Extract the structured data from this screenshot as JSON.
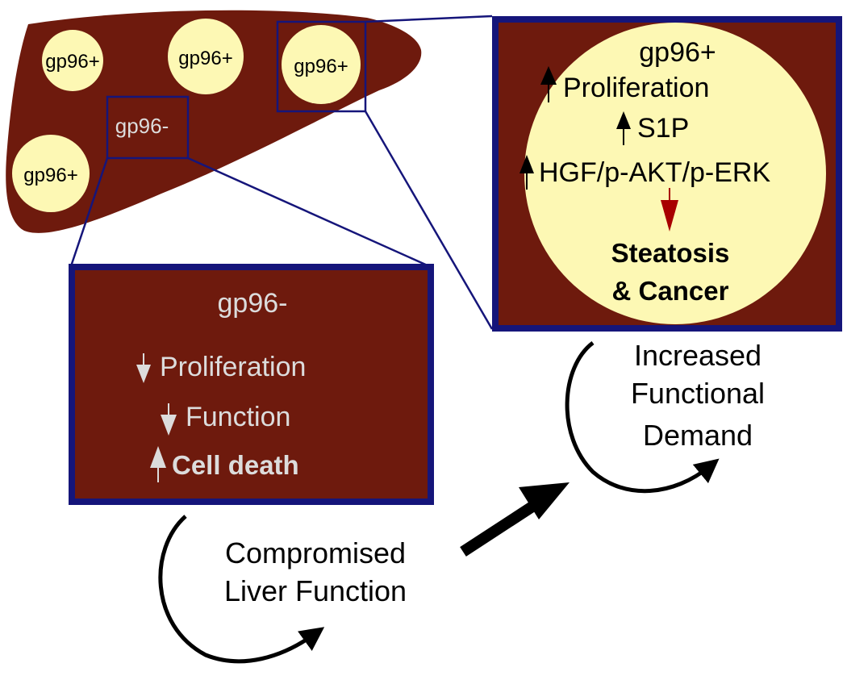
{
  "liver": {
    "nodules": [
      {
        "label": "gp96+"
      },
      {
        "label": "gp96+"
      },
      {
        "label": "gp96+"
      },
      {
        "label": "gp96+"
      }
    ],
    "negative_region_label": "gp96-"
  },
  "zoom_positive": {
    "title": "gp96+",
    "proliferation": "Proliferation",
    "s1p": "S1P",
    "signaling": "HGF/p-AKT/p-ERK",
    "outcome_line1": "Steatosis",
    "outcome_line2": "& Cancer"
  },
  "zoom_negative": {
    "title": "gp96-",
    "proliferation": "Proliferation",
    "function": "Function",
    "cell_death": "Cell death"
  },
  "cycle_left": {
    "line1": "Compromised",
    "line2": "Liver Function"
  },
  "cycle_right": {
    "line1": "Increased",
    "line2": "Functional",
    "line3": "Demand"
  },
  "colors": {
    "liver": "#6e1a0d",
    "nodule": "#fdf8b4",
    "frame": "#15157a",
    "down_arrow_red": "#a80000",
    "light_text": "#dcdcdc"
  }
}
